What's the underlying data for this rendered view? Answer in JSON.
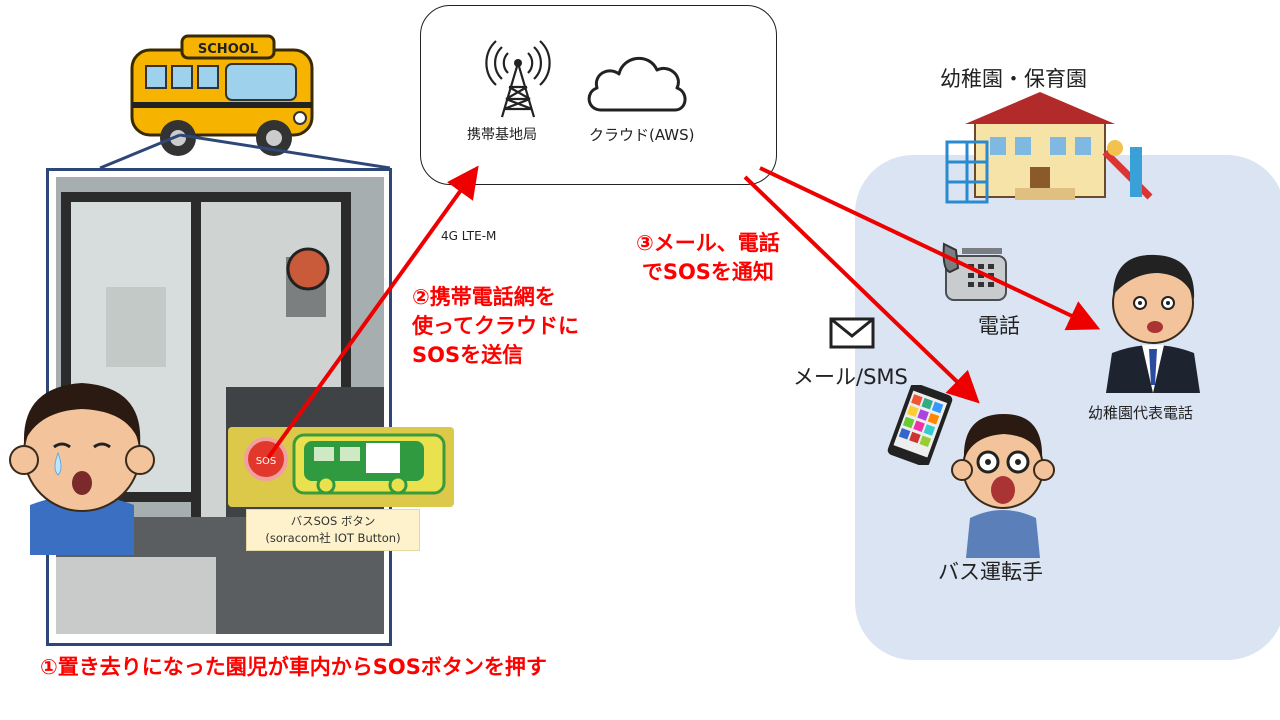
{
  "cloud": {
    "base_station_label": "携帯基地局",
    "cloud_label": "クラウド(AWS)"
  },
  "network_label": "4G LTE-M",
  "steps": {
    "step1": "①置き去りになった園児が車内からSOSボタンを押す",
    "step2_line1": "②携帯電話網を",
    "step2_line2": "使ってクラウドに",
    "step2_line3": "SOSを送信",
    "step3_line1": "③メール、電話",
    "step3_line2": "でSOSを通知"
  },
  "button": {
    "caption_line1": "バスSOS ボタン",
    "caption_line2": "(soracom社 IOT Button)",
    "sos_text": "SOS"
  },
  "bus_sign": "SCHOOL",
  "kindergarten": {
    "title": "幼稚園・保育園",
    "phone_label": "電話",
    "rep_label": "幼稚園代表電話"
  },
  "mail_label": "メール/SMS",
  "driver_label": "バス運転手",
  "colors": {
    "arrow": "#ee0000",
    "area": "#dbe4f3",
    "frame": "#2f4778",
    "accent_red": "#ff0000"
  }
}
